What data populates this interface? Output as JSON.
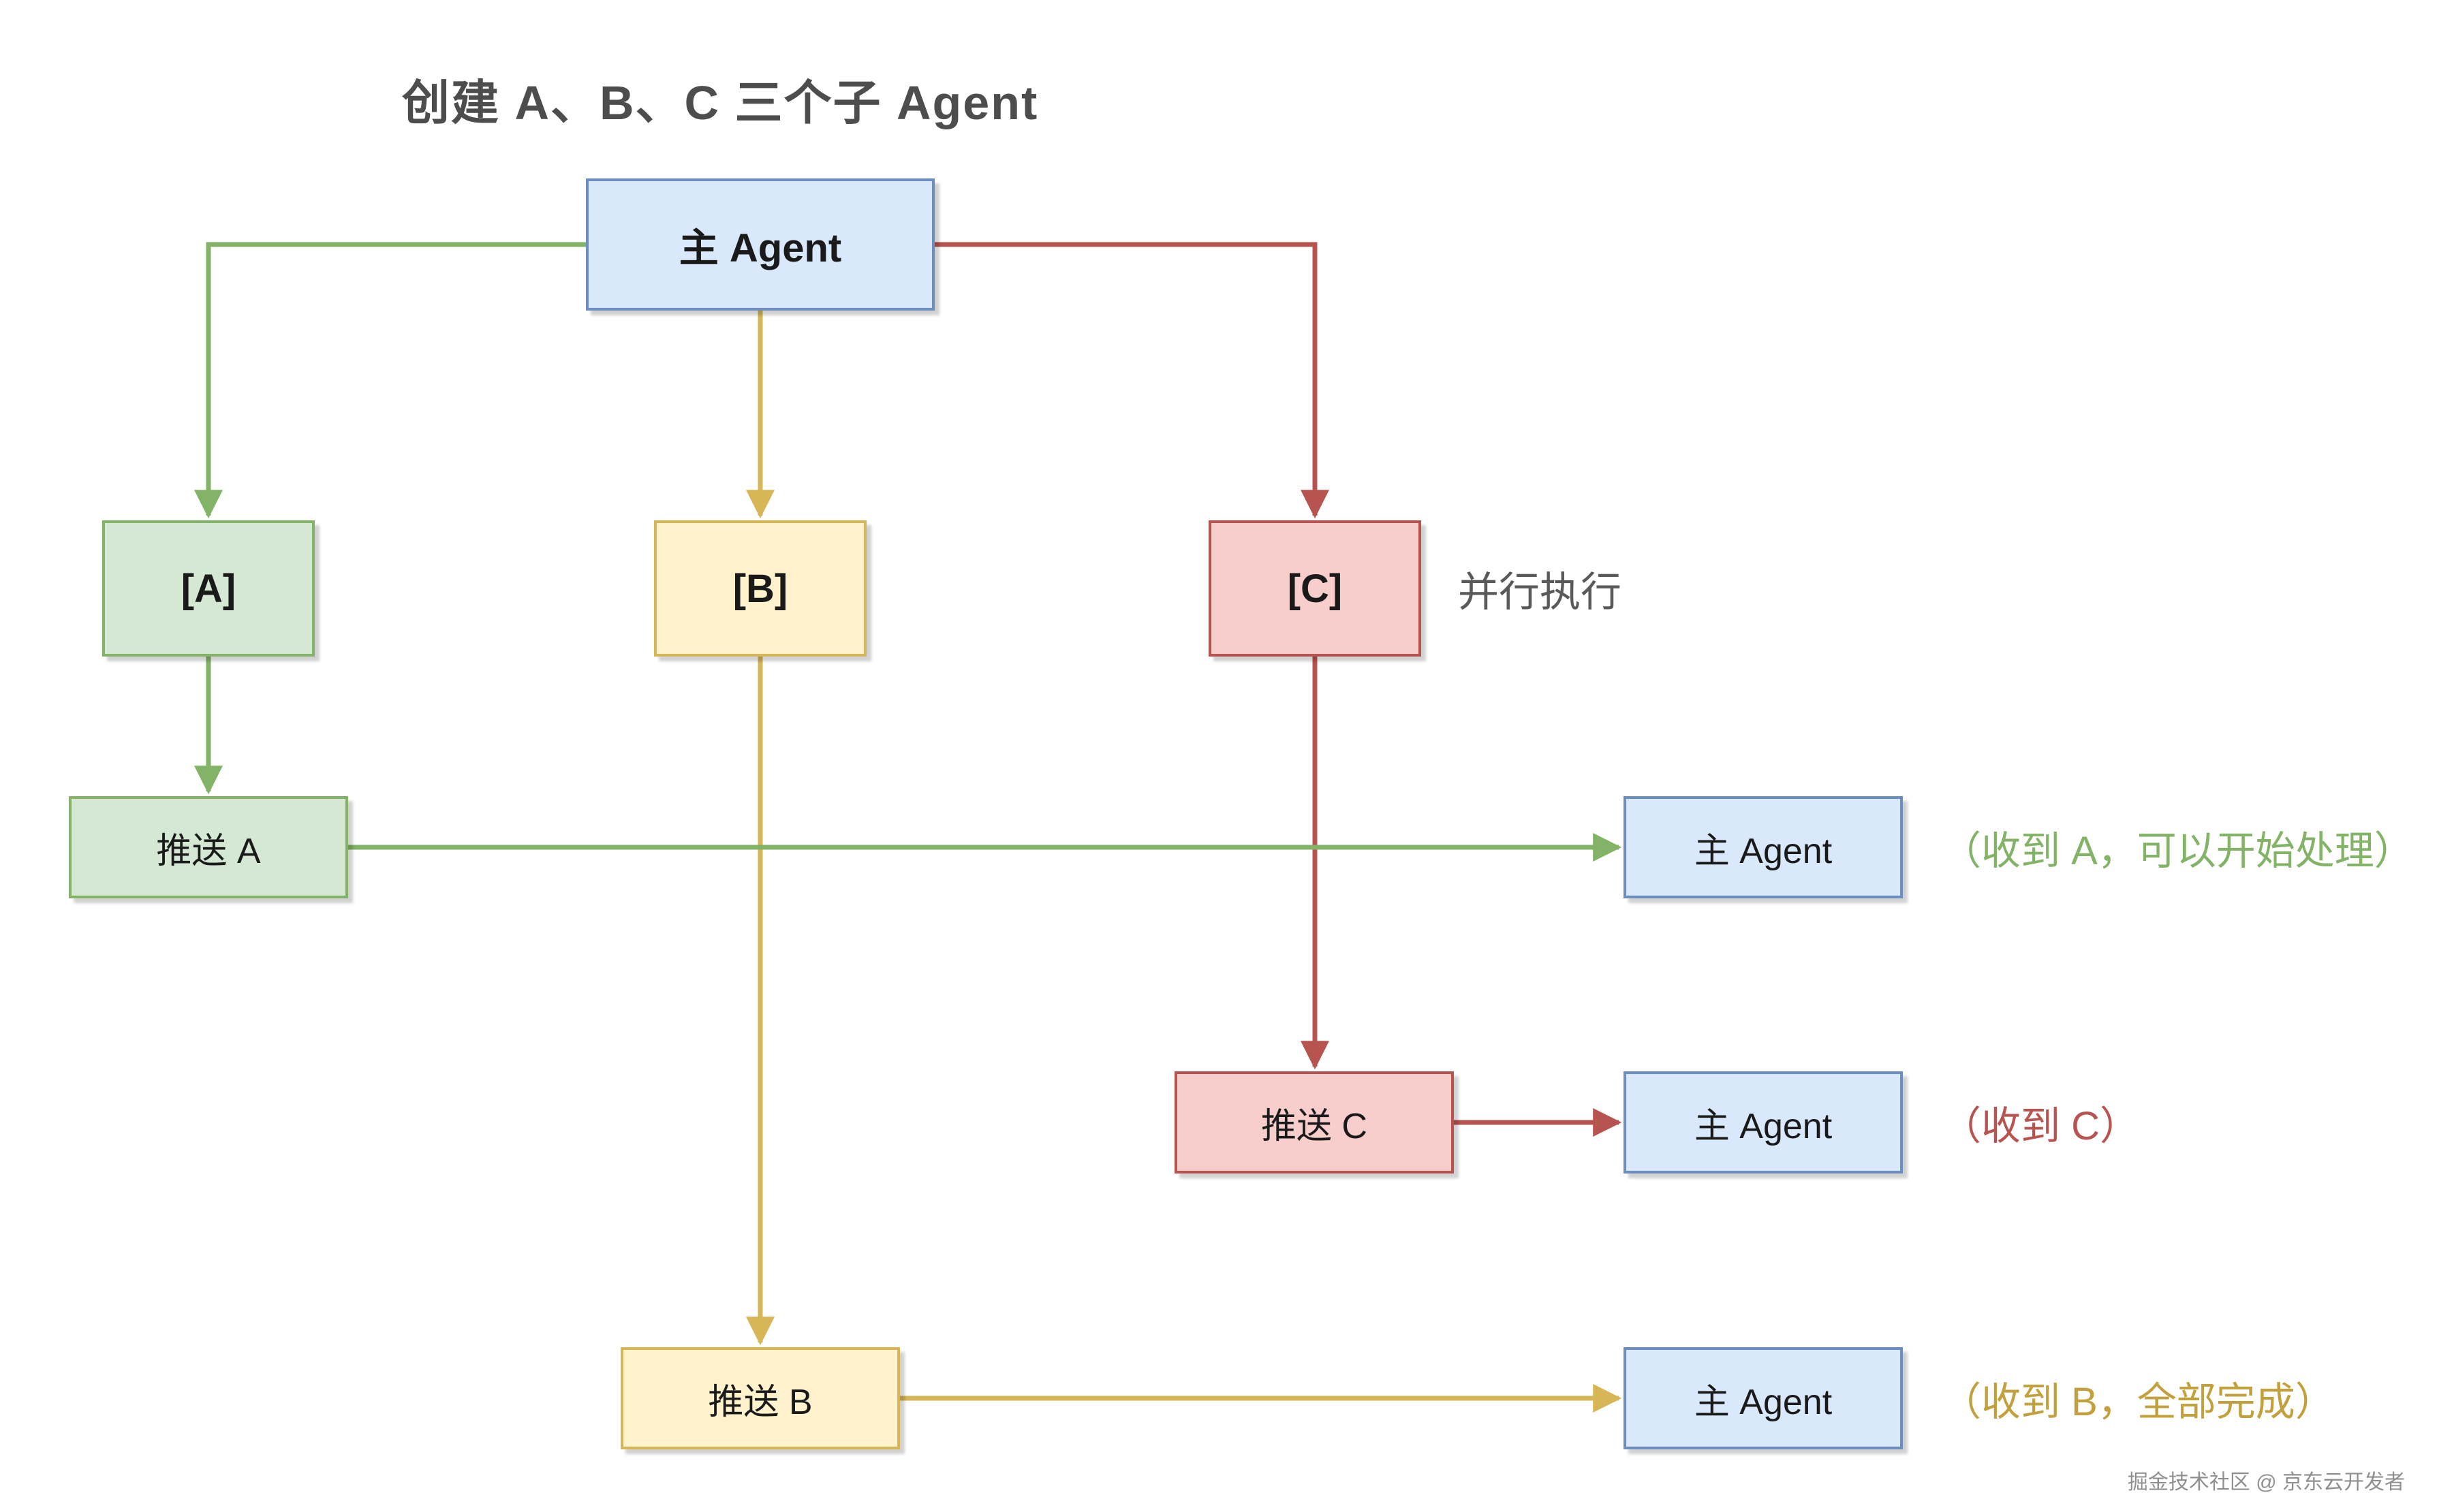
{
  "title": "创建 A、B、C 三个子 Agent",
  "nodes": {
    "main_agent": {
      "label": "主 Agent"
    },
    "sub_a": {
      "label": "[A]"
    },
    "sub_b": {
      "label": "[B]"
    },
    "sub_c": {
      "label": "[C]"
    },
    "push_a": {
      "label": "推送 A"
    },
    "push_c": {
      "label": "推送 C"
    },
    "push_b": {
      "label": "推送 B"
    },
    "main_recv_a": {
      "label": "主 Agent"
    },
    "main_recv_c": {
      "label": "主 Agent"
    },
    "main_recv_b": {
      "label": "主 Agent"
    }
  },
  "annotations": {
    "parallel": "并行执行",
    "recv_a": "（收到 A，可以开始处理）",
    "recv_c": "（收到 C）",
    "recv_b": "（收到 B，全部完成）"
  },
  "watermark": "掘金技术社区 @ 京东云开发者",
  "colors": {
    "blue_fill": "#dae8fc",
    "blue_border": "#6c8ebf",
    "green_fill": "#d5e8d4",
    "green_border": "#82b366",
    "yellow_fill": "#fff2cc",
    "yellow_border": "#d6b656",
    "red_fill": "#f8cecc",
    "red_border": "#b85450",
    "parallel_text": "#595959",
    "recv_a_text": "#82b366",
    "recv_c_text": "#b85450",
    "recv_b_text": "#c2a03c"
  }
}
